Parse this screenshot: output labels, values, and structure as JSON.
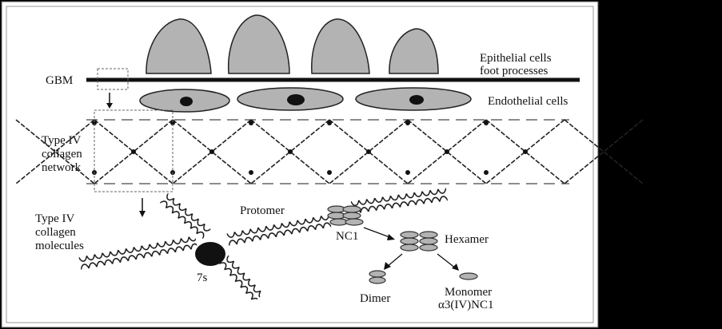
{
  "labels": {
    "gbm": "GBM",
    "epithelial_line1": "Epithelial cells",
    "epithelial_line2": "foot processes",
    "endothelial": "Endothelial cells",
    "network_line1": "Type IV",
    "network_line2": "collagen",
    "network_line3": "network",
    "molecules_line1": "Type IV",
    "molecules_line2": "collagen",
    "molecules_line3": "molecules",
    "protomer": "Protomer",
    "nc1": "NC1",
    "hexamer": "Hexamer",
    "sevens": "7s",
    "dimer": "Dimer",
    "monomer_line1": "Monomer",
    "monomer_line2": "α3(IV)NC1"
  },
  "colors": {
    "background": "#000000",
    "panel": "#ffffff",
    "cell_fill": "#b3b3b3",
    "membrane": "#111111",
    "nucleus": "#111111",
    "dashed": "#666666"
  }
}
